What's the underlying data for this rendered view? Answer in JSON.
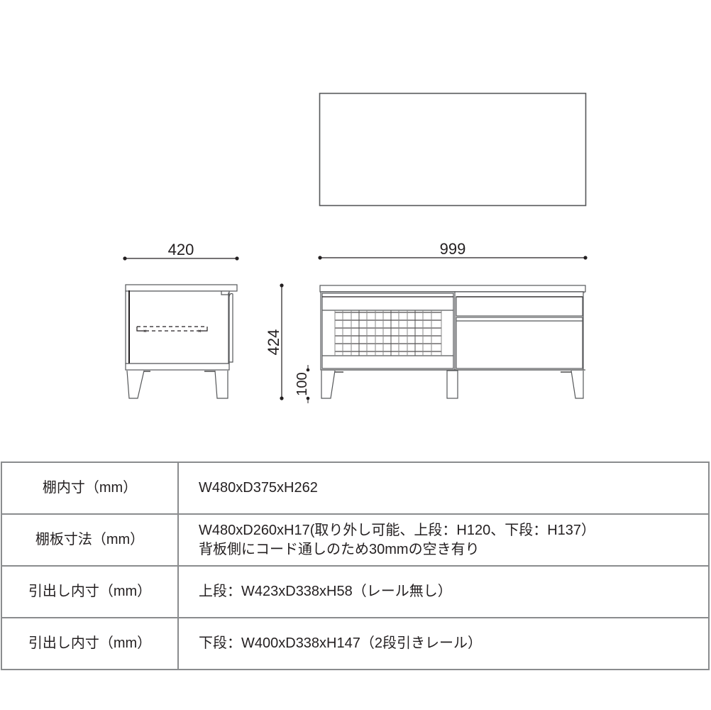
{
  "drawing": {
    "title": "Furniture dimension drawing (TV stand / low board)",
    "views": {
      "top": {
        "name": "top-view"
      },
      "side": {
        "name": "side-view",
        "width_label": "420"
      },
      "front": {
        "name": "front-view",
        "width_label": "999",
        "height_label": "424",
        "leg_height_label": "100"
      }
    },
    "line_color": "#231f20",
    "frame_color": "#555759"
  },
  "spec_table": {
    "rows": [
      {
        "label": "棚内寸（mm）",
        "value_lines": [
          "W480xD375xH262"
        ]
      },
      {
        "label": "棚板寸法（mm）",
        "value_lines": [
          "W480xD260xH17(取り外し可能、上段：H120、下段：H137）",
          "背板側にコード通しのため30mmの空き有り"
        ]
      },
      {
        "label": "引出し内寸（mm）",
        "value_lines": [
          "上段：W423xD338xH58（レール無し）"
        ]
      },
      {
        "label": "引出し内寸（mm）",
        "value_lines": [
          "下段：W400xD338xH147（2段引きレール）"
        ]
      }
    ],
    "border_color": "#8a8c8e"
  }
}
